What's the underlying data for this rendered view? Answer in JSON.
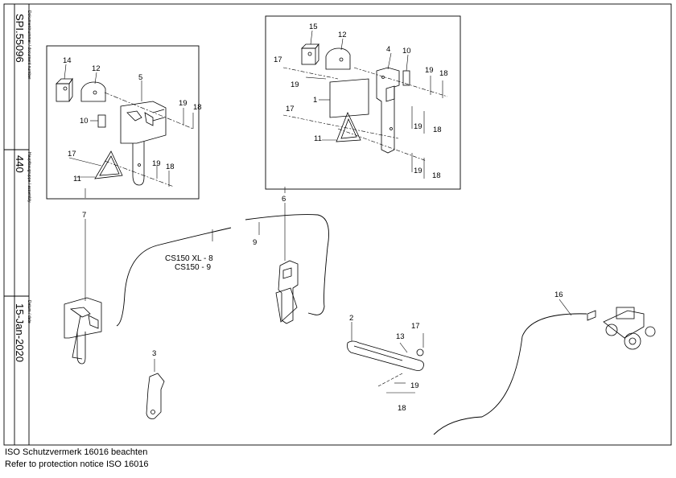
{
  "sidebar": {
    "doc_caption": "Dokumentnummer / document number",
    "doc_value": "SPI.55096",
    "asm_caption": "Hauptbaugruppe / assembly",
    "asm_value": "440",
    "date_caption": "Datum / date",
    "date_value": "15-Jan-2020"
  },
  "callouts": {
    "left_box": [
      "14",
      "12",
      "5",
      "10",
      "19",
      "18",
      "17",
      "11",
      "19",
      "18"
    ],
    "right_box": [
      "15",
      "12",
      "4",
      "10",
      "19",
      "18",
      "17",
      "19",
      "1",
      "17",
      "11",
      "19",
      "18",
      "19",
      "18"
    ],
    "main": [
      "7",
      "6",
      "9",
      "3",
      "2",
      "13",
      "17",
      "19",
      "18",
      "16"
    ]
  },
  "cable_note": {
    "line1": "CS150 XL - 8",
    "line2": "CS150 - 9"
  },
  "footer": {
    "line1": "ISO Schutzvermerk 16016 beachten",
    "line2": "Refer to protection notice ISO 16016"
  }
}
